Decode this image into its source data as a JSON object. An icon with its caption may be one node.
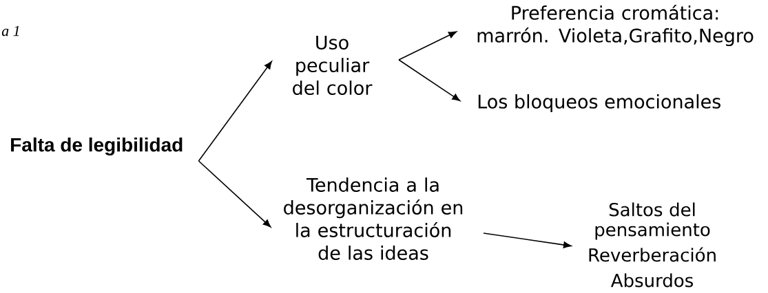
{
  "diagram": {
    "nodes": [
      {
        "text": [
          "Falta de legibilidad"
        ]
      },
      {
        "text": [
          "Uso peculiar del color"
        ]
      },
      {
        "text": [
          "Preferencia cromática: marrón. Violeta,Grafito,Negro"
        ]
      },
      {
        "text": [
          "Los bloqueos emocionales"
        ]
      },
      {
        "text": [
          "Tendencia a la desorganización en la estructuración de las ideas"
        ]
      },
      {
        "text": [
          "Saltos del pensamiento",
          "Reverberación",
          "Absurdos"
        ]
      }
    ],
    "edges": [
      {
        "from": 0,
        "to": 1,
        "arrow": "to"
      },
      {
        "from": 0,
        "to": 4,
        "arrow": "to"
      },
      {
        "from": 1,
        "to": 2,
        "arrow": "to"
      },
      {
        "from": 1,
        "to": 3,
        "arrow": "to"
      },
      {
        "from": 4,
        "to": 5,
        "arrow": "to"
      }
    ],
    "labels": [
      "a 1"
    ]
  }
}
